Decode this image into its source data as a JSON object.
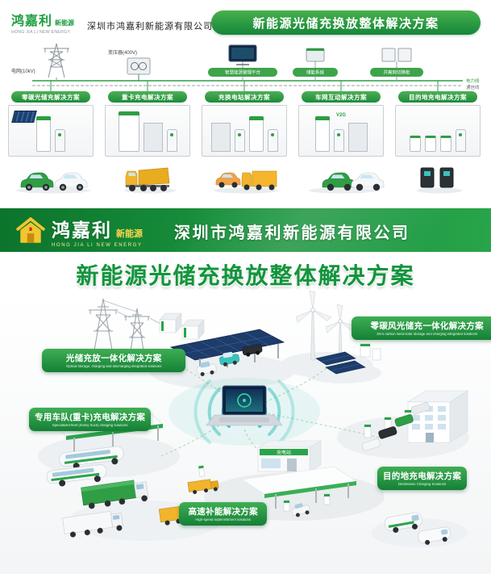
{
  "top": {
    "logo": {
      "brand": "鸿嘉利",
      "suffix": "新能源",
      "en": "HONG JIA LI NEW ENERGY"
    },
    "company": "深圳市鸿嘉利新能源有限公司",
    "banner": "新能源光储充换放整体解决方案",
    "grid": {
      "source_label": "电网(10kV)",
      "transformer_label": "变压器(400V)",
      "device_labels": [
        "智慧能源管理平台",
        "储能系统",
        "并离网切换柜"
      ],
      "legend": [
        "电力线",
        "通信线"
      ],
      "v2g_text": "V2G"
    },
    "solutions": [
      {
        "label": "零碳光储充解决方案"
      },
      {
        "label": "重卡充电解决方案"
      },
      {
        "label": "充换电站解决方案"
      },
      {
        "label": "车网互动解决方案"
      },
      {
        "label": "目的地充电解决方案"
      }
    ]
  },
  "bottom": {
    "logo": {
      "brand": "鸿嘉利",
      "suffix": "新能源",
      "en": "HONG JIA LI NEW ENERGY"
    },
    "company": "深圳市鸿嘉利新能源有限公司",
    "title": "新能源光储充换放整体解决方案",
    "station_sign": "充电站",
    "callouts": [
      {
        "zh": "光储充放一体化解决方案",
        "en": "Optical storage, charging and discharging integrated solutions"
      },
      {
        "zh": "零碳风光储充一体化解决方案",
        "en": "Zero-carbon wind-solar storage and charging integrated solutions"
      },
      {
        "zh": "专用车队(重卡)充电解决方案",
        "en": "Specialized fleet (heavy truck) charging solutions"
      },
      {
        "zh": "高速补能解决方案",
        "en": "High-speed replenishment solutions"
      },
      {
        "zh": "目的地充电解决方案",
        "en": "Destination Charging Solutions"
      }
    ]
  },
  "colors": {
    "brand_green": "#1d9e3f",
    "dark_green": "#0e7a30",
    "accent_teal": "#3ac2bd",
    "gold": "#f3c52f"
  }
}
